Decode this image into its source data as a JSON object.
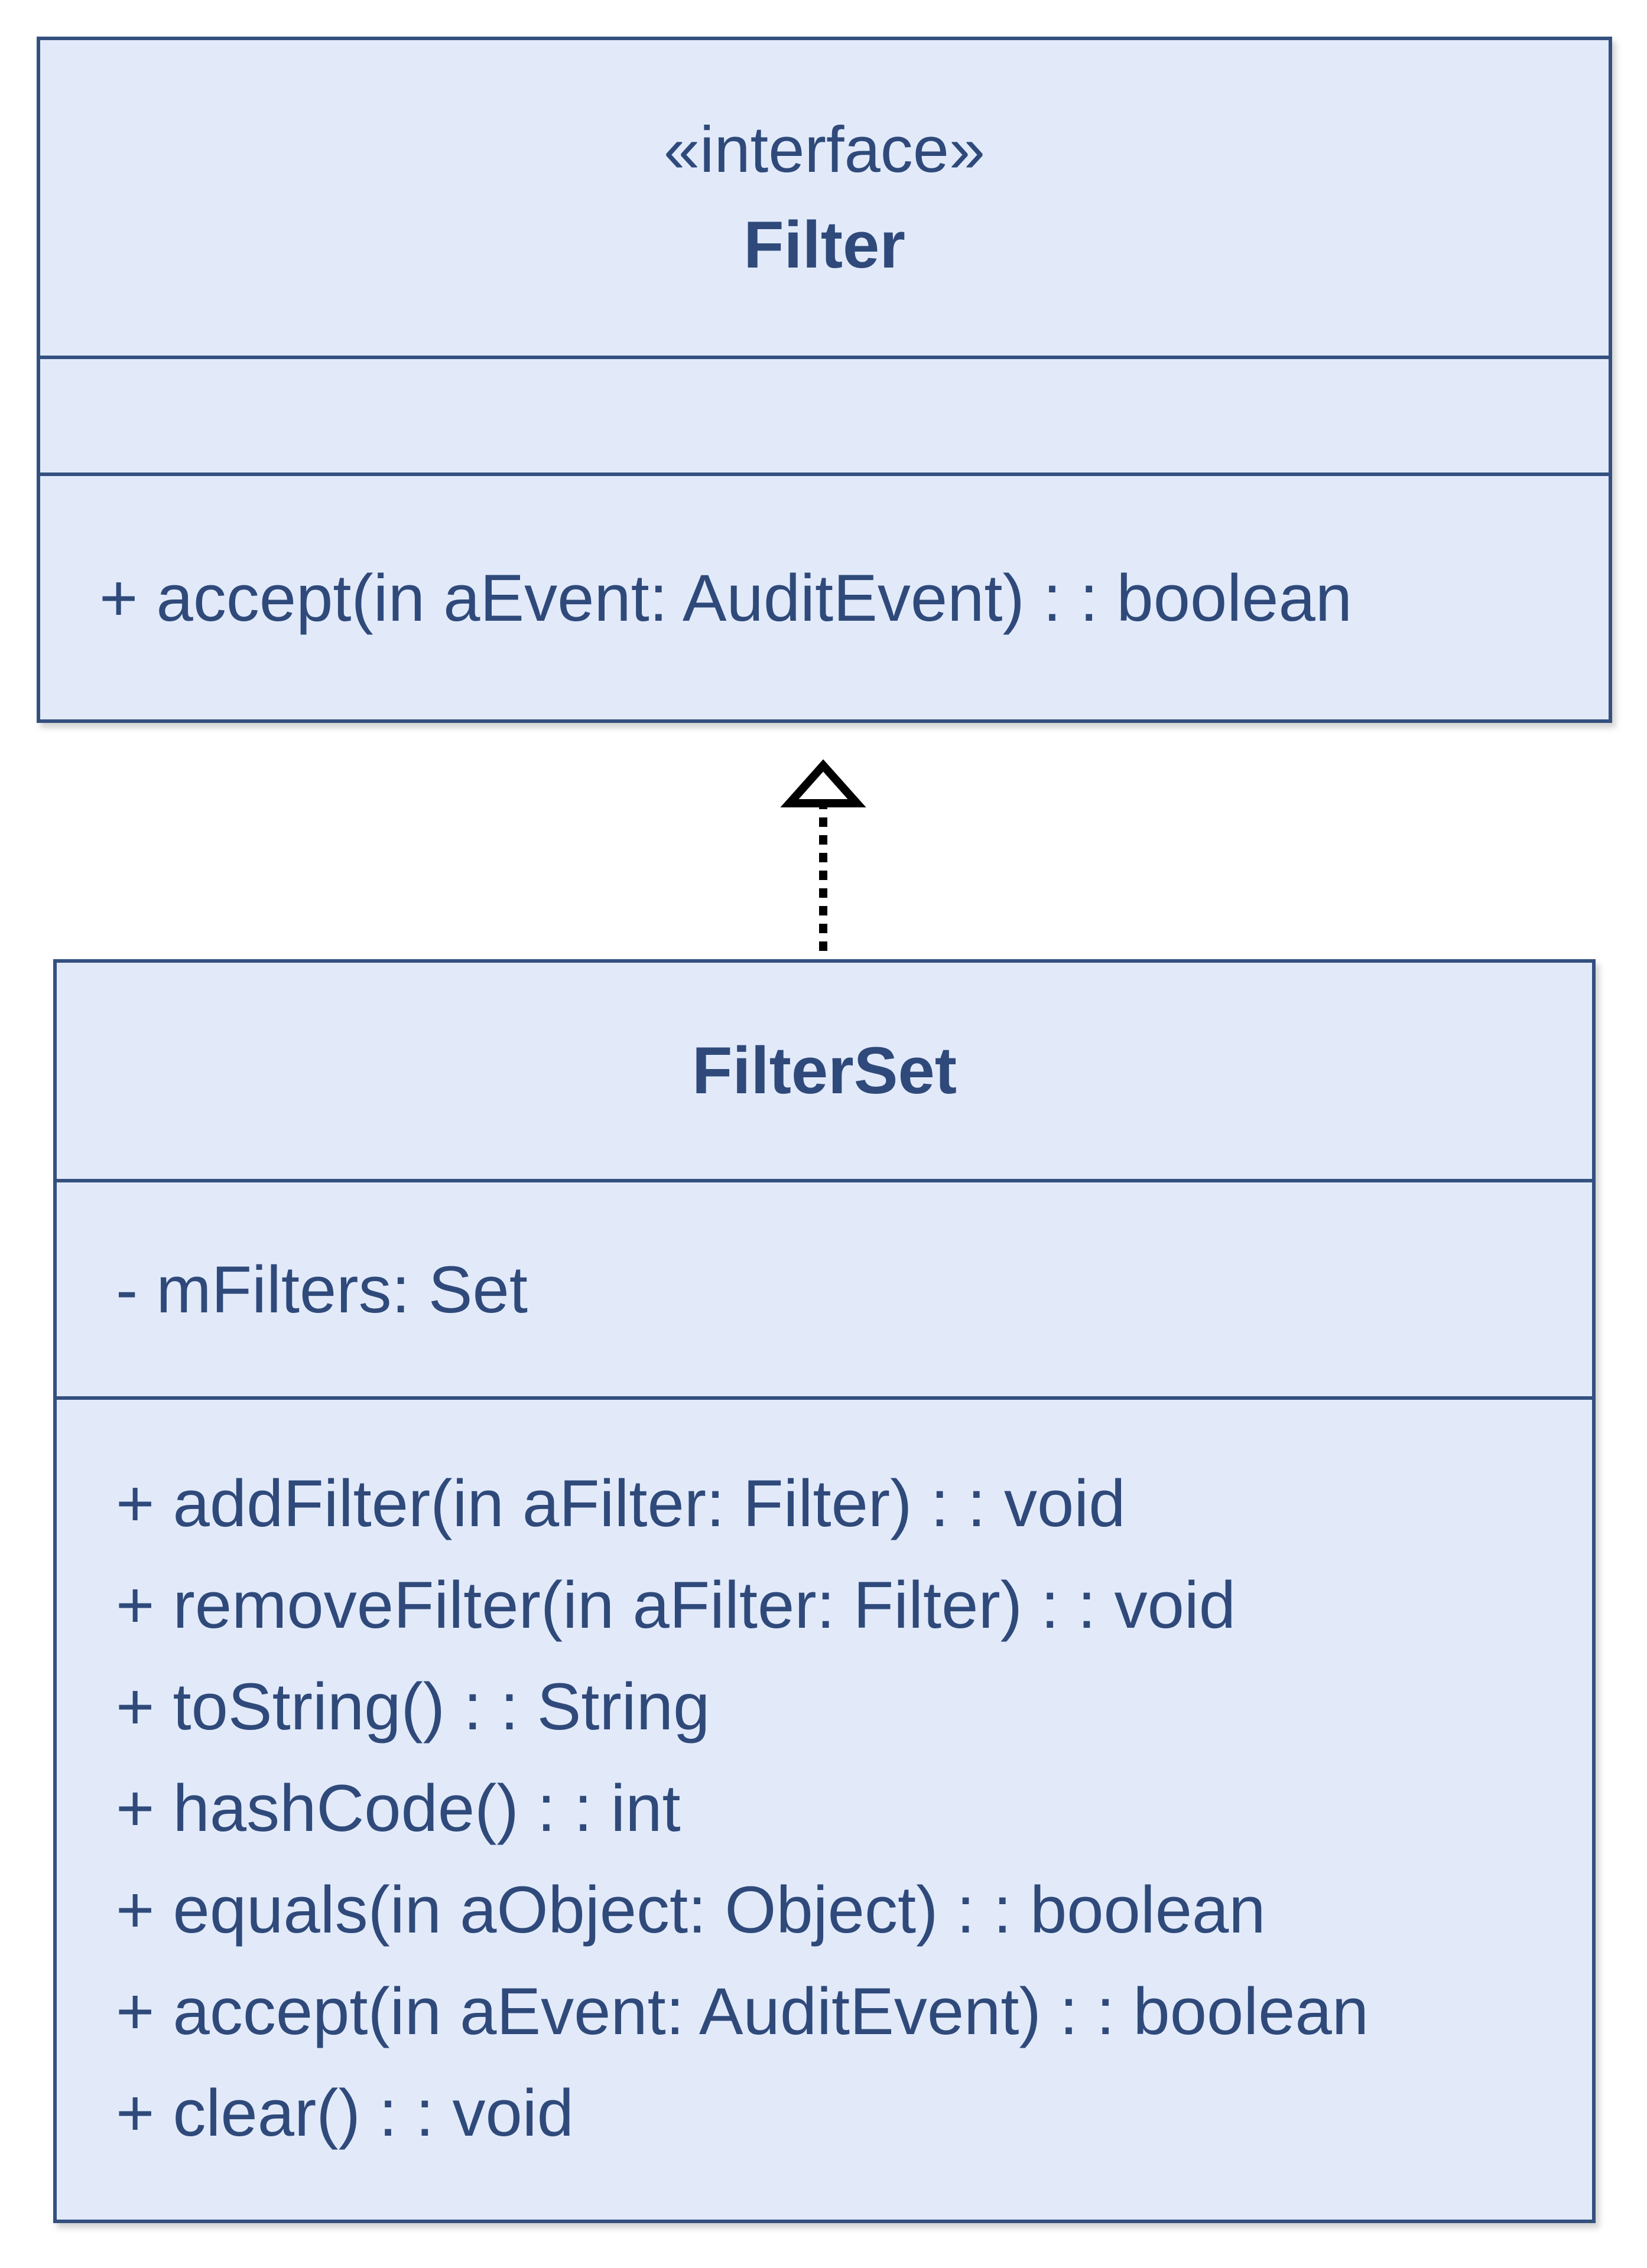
{
  "diagram": {
    "interface": {
      "stereotype": "«interface»",
      "name": "Filter",
      "attributes": [],
      "operations": [
        "+ accept(in aEvent: AuditEvent) : : boolean"
      ]
    },
    "class": {
      "name": "FilterSet",
      "attributes": [
        "- mFilters: Set"
      ],
      "operations": [
        "+ addFilter(in aFilter: Filter) : : void",
        "+ removeFilter(in aFilter: Filter) : : void",
        "+ toString() : : String",
        "+ hashCode() : : int",
        "+ equals(in aObject: Object) : : boolean",
        "+ accept(in aEvent: AuditEvent) : : boolean",
        "+ clear() : : void"
      ]
    },
    "relationship": {
      "type": "realization",
      "from": "FilterSet",
      "to": "Filter"
    }
  },
  "colors": {
    "box_fill": "#e2eafa",
    "box_border": "#34507f",
    "text": "#2f4a7a",
    "arrow": "#000000"
  }
}
